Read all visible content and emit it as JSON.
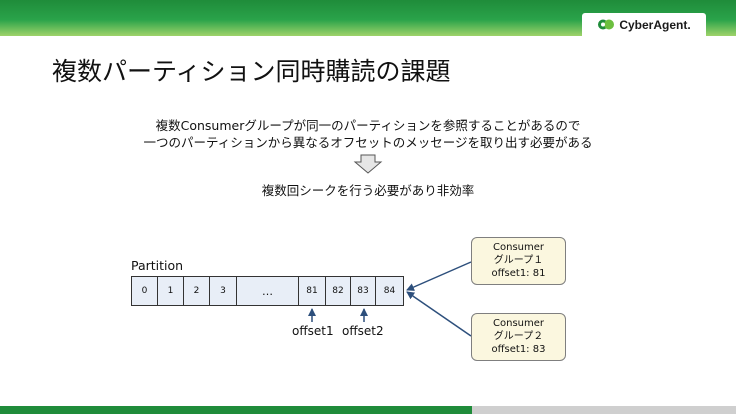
{
  "brand": {
    "name": "CyberAgent."
  },
  "slide": {
    "title": "複数パーティション同時購読の課題",
    "description_line1": "複数Consumerグループが同一のパーティションを参照することがあるので",
    "description_line2": "一つのパーティションから異なるオフセットのメッセージを取り出す必要がある",
    "conclusion": "複数回シークを行う必要があり非効率"
  },
  "diagram": {
    "partition_label": "Partition",
    "cells": [
      "0",
      "1",
      "2",
      "3",
      "…",
      "81",
      "82",
      "83",
      "84"
    ],
    "offset_labels": [
      "offset1",
      "offset2"
    ],
    "groups": [
      {
        "line1": "Consumer",
        "line2": "グループ１",
        "line3": "offset1: 81"
      },
      {
        "line1": "Consumer",
        "line2": "グループ２",
        "line3": "offset1: 83"
      }
    ]
  },
  "colors": {
    "green": "#1f8c3a",
    "arrow": "#2d4f7c"
  }
}
